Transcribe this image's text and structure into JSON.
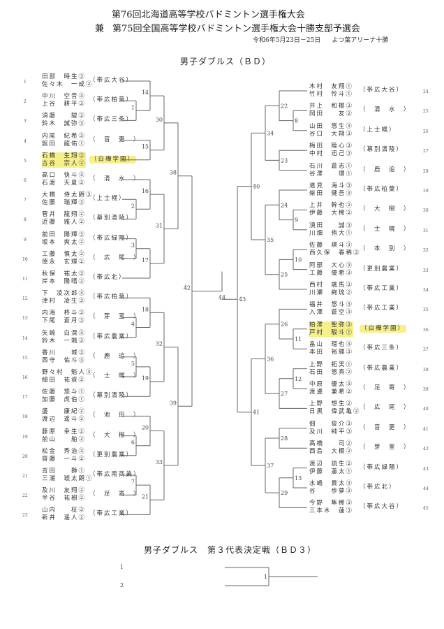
{
  "header": {
    "title_line1": "第76回北海道高等学校バドミントン選手権大会",
    "title_line2_prefix": "兼",
    "title_line2": "第75回全国高等学校バドミントン選手権大会十勝支部予選会",
    "dates": "令和6年5月23日－25日",
    "venue": "よつ葉アリーナ十勝"
  },
  "sections": {
    "main_title": "男子ダブルス（ＢＤ）",
    "bd3_title": "男子ダブルス　第３代表決定戦（ＢＤ３）"
  },
  "highlight_color": "#f7f08a",
  "left_entries": [
    {
      "no": "1",
      "p1": "田部　時生③",
      "p2": "佐々木　一成②",
      "school": "（帯広大谷）"
    },
    {
      "no": "2",
      "p1": "中川　空音③",
      "p2": "上谷　耕平③",
      "school": "（帯広柏葉）"
    },
    {
      "no": "3",
      "p1": "須藤　　駿③",
      "p2": "鈴木　誠弥③",
      "school": "（帯広三条）"
    },
    {
      "no": "4",
      "p1": "内尾　紀希③",
      "p2": "館田　龍佑①",
      "school": "（　音　更　）"
    },
    {
      "no": "5",
      "p1": "石橋　生翔③",
      "p2": "古谷　宗人②",
      "school": "（白樺学園）",
      "highlight": true
    },
    {
      "no": "6",
      "p1": "高口　快斗③",
      "p2": "石渡　天夏③",
      "school": "（　清　水　）"
    },
    {
      "no": "7",
      "p1": "大橋　侍太朗③",
      "p2": "佐藤　瑞輝③",
      "school": "（上士幌）"
    },
    {
      "no": "8",
      "p1": "菅井　龍翔②",
      "p2": "近藤　雅人②",
      "school": "（幕別清陵）"
    },
    {
      "no": "9",
      "p1": "前田　陽輝③",
      "p2": "坂本　爽太②",
      "school": "（帯広緑陽）"
    },
    {
      "no": "10",
      "p1": "工藤　慎太②",
      "p2": "徳永　玄輝②",
      "school": "（　広　尾　）"
    },
    {
      "no": "11",
      "p1": "秋保　祐太③",
      "p2": "岸本　陽晴②",
      "school": "（帯広北）"
    },
    {
      "no": "12",
      "p1": "下　凌次郎③",
      "p2": "津村　凌生③",
      "school": "（帯広柏葉）"
    },
    {
      "no": "13",
      "p1": "内海　柊斗③",
      "p2": "下尾　蒼月③",
      "school": "（　芽　室　）"
    },
    {
      "no": "14",
      "p1": "矢崎　白滉③",
      "p2": "鈴木　一颯③",
      "school": "（帯広農業）"
    },
    {
      "no": "15",
      "p1": "香川　　城③",
      "p2": "西守　佑斗③",
      "school": "（　鹿　追　）"
    },
    {
      "no": "16",
      "p1": "野々村　魁人③",
      "p2": "細田　祐資③",
      "school": "（　士　幌　）"
    },
    {
      "no": "17",
      "p1": "佐藤　悠斗①",
      "p2": "加藤　虎伯①",
      "school": "（幕別清陵）"
    },
    {
      "no": "18",
      "p1": "盛　　康紀②",
      "p2": "渡辺　遥斗②",
      "school": "（　池　田　）"
    },
    {
      "no": "19",
      "p1": "藤原　幸生②",
      "p2": "前山　　舶②",
      "school": "（　大　樹　）"
    },
    {
      "no": "20",
      "p1": "松金　秀治③",
      "p2": "齋藤　一斗②",
      "school": "（更別農業）"
    },
    {
      "no": "21",
      "p1": "吉田　　獅①",
      "p2": "三浦　琥太朗①",
      "school": "（帯広南商業）"
    },
    {
      "no": "22",
      "p1": "及川　友翔②",
      "p2": "半谷　祐樹②",
      "school": "（　足　寄　）"
    },
    {
      "no": "23",
      "p1": "山内　　柾③",
      "p2": "新井　遥人②",
      "school": "（帯広工業）"
    }
  ],
  "right_entries": [
    {
      "no": "24",
      "p1": "木村　友翔①",
      "p2": "竹村　怜斗①",
      "school": "（帯広大谷）"
    },
    {
      "no": "25",
      "p1": "井上　和椰③",
      "p2": "岡田　　友②",
      "school": "（　清　水　）"
    },
    {
      "no": "26",
      "p1": "山田　悠生③",
      "p2": "谷口　大翔③",
      "school": "（上士幌）"
    },
    {
      "no": "27",
      "p1": "梅田　睦心③",
      "p2": "中村　迅己③",
      "school": "（幕別清陵）"
    },
    {
      "no": "28",
      "p1": "石川　蒼志①",
      "p2": "谷澤　　環①",
      "school": "（　鹿　追　）"
    },
    {
      "no": "29",
      "p1": "道見　海斗③",
      "p2": "柴田　健吾③",
      "school": "（帯広柏葉）"
    },
    {
      "no": "30",
      "p1": "上井　幹也②",
      "p2": "伊藤　大稀②",
      "school": "（　大　樹　）"
    },
    {
      "no": "31",
      "p1": "須田　　誠③",
      "p2": "川畑　侑大①",
      "school": "（　士　幌　）"
    },
    {
      "no": "32",
      "p1": "佐藤　瑛斗③",
      "p2": "西久保　春稀③",
      "school": "（　本　別　）"
    },
    {
      "no": "33",
      "p1": "阿部　大心③",
      "p2": "工藤　優希③",
      "school": "（更別農業）"
    },
    {
      "no": "34",
      "p1": "西村　颯馬③",
      "p2": "川瀬　絢琉②",
      "school": "（帯広工業）"
    },
    {
      "no": "35",
      "p1": "福井　悠斗③",
      "p2": "入澤　蒼空③",
      "school": "（帯広工業）"
    },
    {
      "no": "36",
      "p1": "柏澤　聖弥③",
      "p2": "戸村　駿斗①",
      "school": "（白樺学園）",
      "highlight": true
    },
    {
      "no": "37",
      "p1": "畠山　瑠也③",
      "p2": "本田　裕輝③",
      "school": "（帯広三条）"
    },
    {
      "no": "38",
      "p1": "上野　拓実①",
      "p2": "石田　悠真②",
      "school": "（帯広農業）"
    },
    {
      "no": "39",
      "p1": "中原　優太③",
      "p2": "渡邊　兼希②",
      "school": "（　足　寄　）"
    },
    {
      "no": "40",
      "p1": "上野　想生②",
      "p2": "日黒　偉武亀②",
      "school": "（　広　尾　）"
    },
    {
      "no": "41",
      "p1": "佃　　俊介③",
      "p2": "及川　純平③",
      "school": "（　音　更　）"
    },
    {
      "no": "42",
      "p1": "高橋　　司②",
      "p2": "西島　大椰②",
      "school": "（　芽　室　）"
    },
    {
      "no": "43",
      "p1": "渡辺　琉生②",
      "p2": "伊藤　蓮太①",
      "school": "（帯広緑陽）"
    },
    {
      "no": "44",
      "p1": "水嶋　貫太③",
      "p2": "谷　　歩夢③",
      "school": "（帯広北）"
    },
    {
      "no": "45",
      "p1": "今野　隼稀③",
      "p2": "三本木　蓮③",
      "school": "（帯広大谷）"
    }
  ],
  "match_numbers": [
    "1",
    "2",
    "3",
    "4",
    "5",
    "6",
    "7",
    "8",
    "9",
    "10",
    "11",
    "12",
    "13",
    "14",
    "15",
    "16",
    "17",
    "18",
    "19",
    "20",
    "21",
    "22",
    "23",
    "24",
    "25",
    "26",
    "27",
    "28",
    "29",
    "30",
    "31",
    "32",
    "33",
    "34",
    "35",
    "36",
    "37",
    "38",
    "39",
    "40",
    "41",
    "42",
    "43",
    "44"
  ],
  "bd3": {
    "slots": [
      "1",
      "2"
    ],
    "match_number": "1"
  }
}
